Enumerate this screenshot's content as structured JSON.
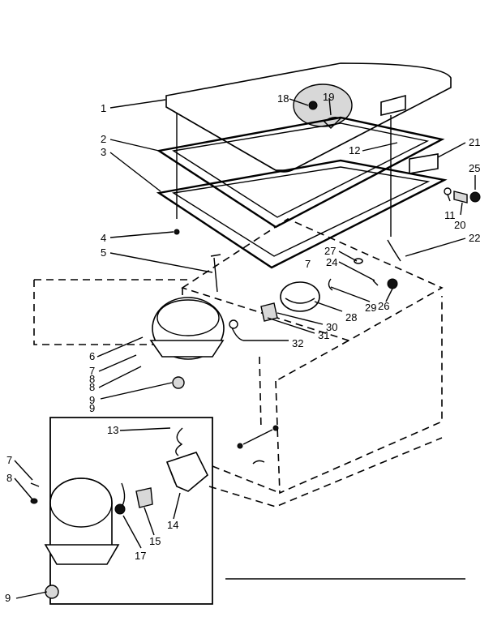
{
  "callouts": [
    "1",
    "2",
    "3",
    "4",
    "5",
    "6",
    "7",
    "8",
    "9",
    "11",
    "12",
    "13",
    "14",
    "15",
    "17",
    "18",
    "19",
    "20",
    "21",
    "22",
    "24",
    "25",
    "26",
    "27",
    "28",
    "29",
    "30",
    "31",
    "32",
    "7",
    "8",
    "9",
    "7",
    "8",
    "9"
  ]
}
